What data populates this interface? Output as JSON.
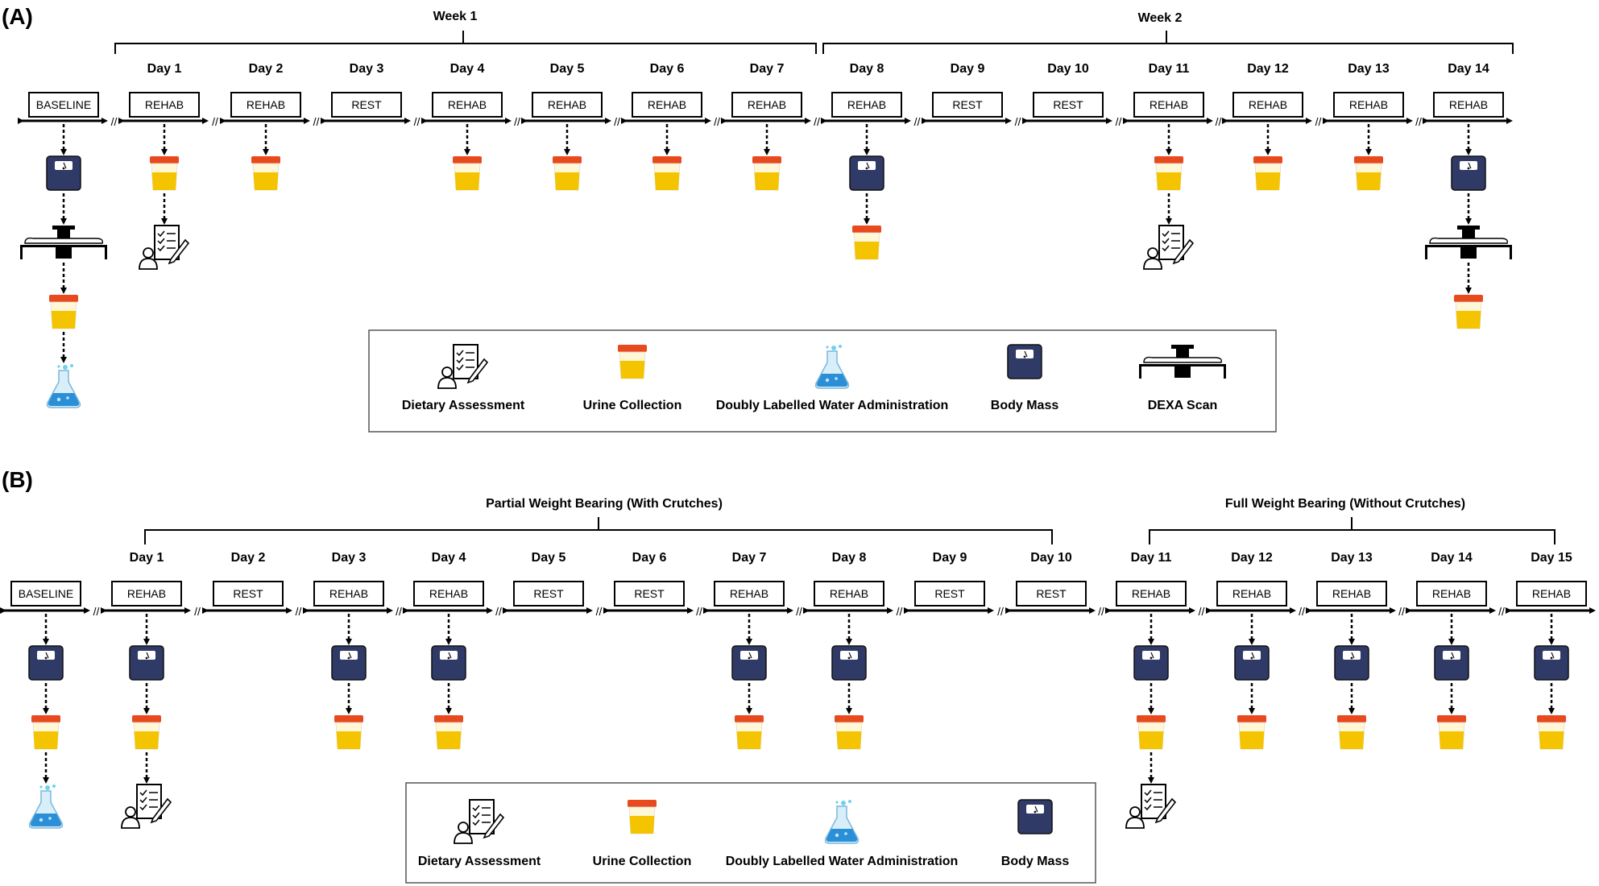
{
  "panels": [
    {
      "label": "(A)",
      "groups": [
        "Week 1",
        "Week 2"
      ],
      "days": [
        {
          "title": "",
          "box": "BASELINE",
          "items": [
            "scale",
            "dexa",
            "urine",
            "dlw"
          ]
        },
        {
          "title": "Day 1",
          "box": "REHAB",
          "items": [
            "urine",
            "diet"
          ]
        },
        {
          "title": "Day 2",
          "box": "REHAB",
          "items": [
            "urine"
          ]
        },
        {
          "title": "Day 3",
          "box": "REST",
          "items": []
        },
        {
          "title": "Day 4",
          "box": "REHAB",
          "items": [
            "urine"
          ]
        },
        {
          "title": "Day 5",
          "box": "REHAB",
          "items": [
            "urine"
          ]
        },
        {
          "title": "Day 6",
          "box": "REHAB",
          "items": [
            "urine"
          ]
        },
        {
          "title": "Day 7",
          "box": "REHAB",
          "items": [
            "urine"
          ]
        },
        {
          "title": "Day 8",
          "box": "REHAB",
          "items": [
            "scale",
            "urine"
          ]
        },
        {
          "title": "Day 9",
          "box": "REST",
          "items": []
        },
        {
          "title": "Day 10",
          "box": "REST",
          "items": []
        },
        {
          "title": "Day 11",
          "box": "REHAB",
          "items": [
            "urine",
            "diet"
          ]
        },
        {
          "title": "Day 12",
          "box": "REHAB",
          "items": [
            "urine"
          ]
        },
        {
          "title": "Day 13",
          "box": "REHAB",
          "items": [
            "urine"
          ]
        },
        {
          "title": "Day 14",
          "box": "REHAB",
          "items": [
            "scale",
            "dexa",
            "urine"
          ]
        }
      ],
      "legend": [
        {
          "icon": "diet",
          "label": "Dietary Assessment"
        },
        {
          "icon": "urine",
          "label": "Urine Collection"
        },
        {
          "icon": "dlw",
          "label": "Doubly Labelled Water Administration"
        },
        {
          "icon": "scale",
          "label": "Body Mass"
        },
        {
          "icon": "dexa",
          "label": "DEXA Scan"
        }
      ]
    },
    {
      "label": "(B)",
      "groups": [
        "Partial Weight Bearing (With Crutches)",
        "Full Weight Bearing (Without Crutches)"
      ],
      "days": [
        {
          "title": "",
          "box": "BASELINE",
          "items": [
            "scale",
            "urine",
            "dlw"
          ]
        },
        {
          "title": "Day 1",
          "box": "REHAB",
          "items": [
            "scale",
            "urine",
            "diet"
          ]
        },
        {
          "title": "Day 2",
          "box": "REST",
          "items": []
        },
        {
          "title": "Day 3",
          "box": "REHAB",
          "items": [
            "scale",
            "urine"
          ]
        },
        {
          "title": "Day 4",
          "box": "REHAB",
          "items": [
            "scale",
            "urine"
          ]
        },
        {
          "title": "Day 5",
          "box": "REST",
          "items": []
        },
        {
          "title": "Day 6",
          "box": "REST",
          "items": []
        },
        {
          "title": "Day 7",
          "box": "REHAB",
          "items": [
            "scale",
            "urine"
          ]
        },
        {
          "title": "Day 8",
          "box": "REHAB",
          "items": [
            "scale",
            "urine"
          ]
        },
        {
          "title": "Day 9",
          "box": "REST",
          "items": []
        },
        {
          "title": "Day 10",
          "box": "REST",
          "items": []
        },
        {
          "title": "Day 11",
          "box": "REHAB",
          "items": [
            "scale",
            "urine",
            "diet"
          ]
        },
        {
          "title": "Day 12",
          "box": "REHAB",
          "items": [
            "scale",
            "urine"
          ]
        },
        {
          "title": "Day 13",
          "box": "REHAB",
          "items": [
            "scale",
            "urine"
          ]
        },
        {
          "title": "Day 14",
          "box": "REHAB",
          "items": [
            "scale",
            "urine"
          ]
        },
        {
          "title": "Day 15",
          "box": "REHAB",
          "items": [
            "scale",
            "urine"
          ]
        }
      ],
      "legend": [
        {
          "icon": "diet",
          "label": "Dietary Assessment"
        },
        {
          "icon": "urine",
          "label": "Urine Collection"
        },
        {
          "icon": "dlw",
          "label": "Doubly Labelled Water Administration"
        },
        {
          "icon": "scale",
          "label": "Body Mass"
        }
      ]
    }
  ],
  "colors": {
    "line": "#000000",
    "scale_body": "#2f3a66",
    "urine_lid": "#e8491d",
    "urine_fill": "#f5c400",
    "flask_liquid": "#2a8fd6",
    "flask_glass": "#d8eef9"
  }
}
